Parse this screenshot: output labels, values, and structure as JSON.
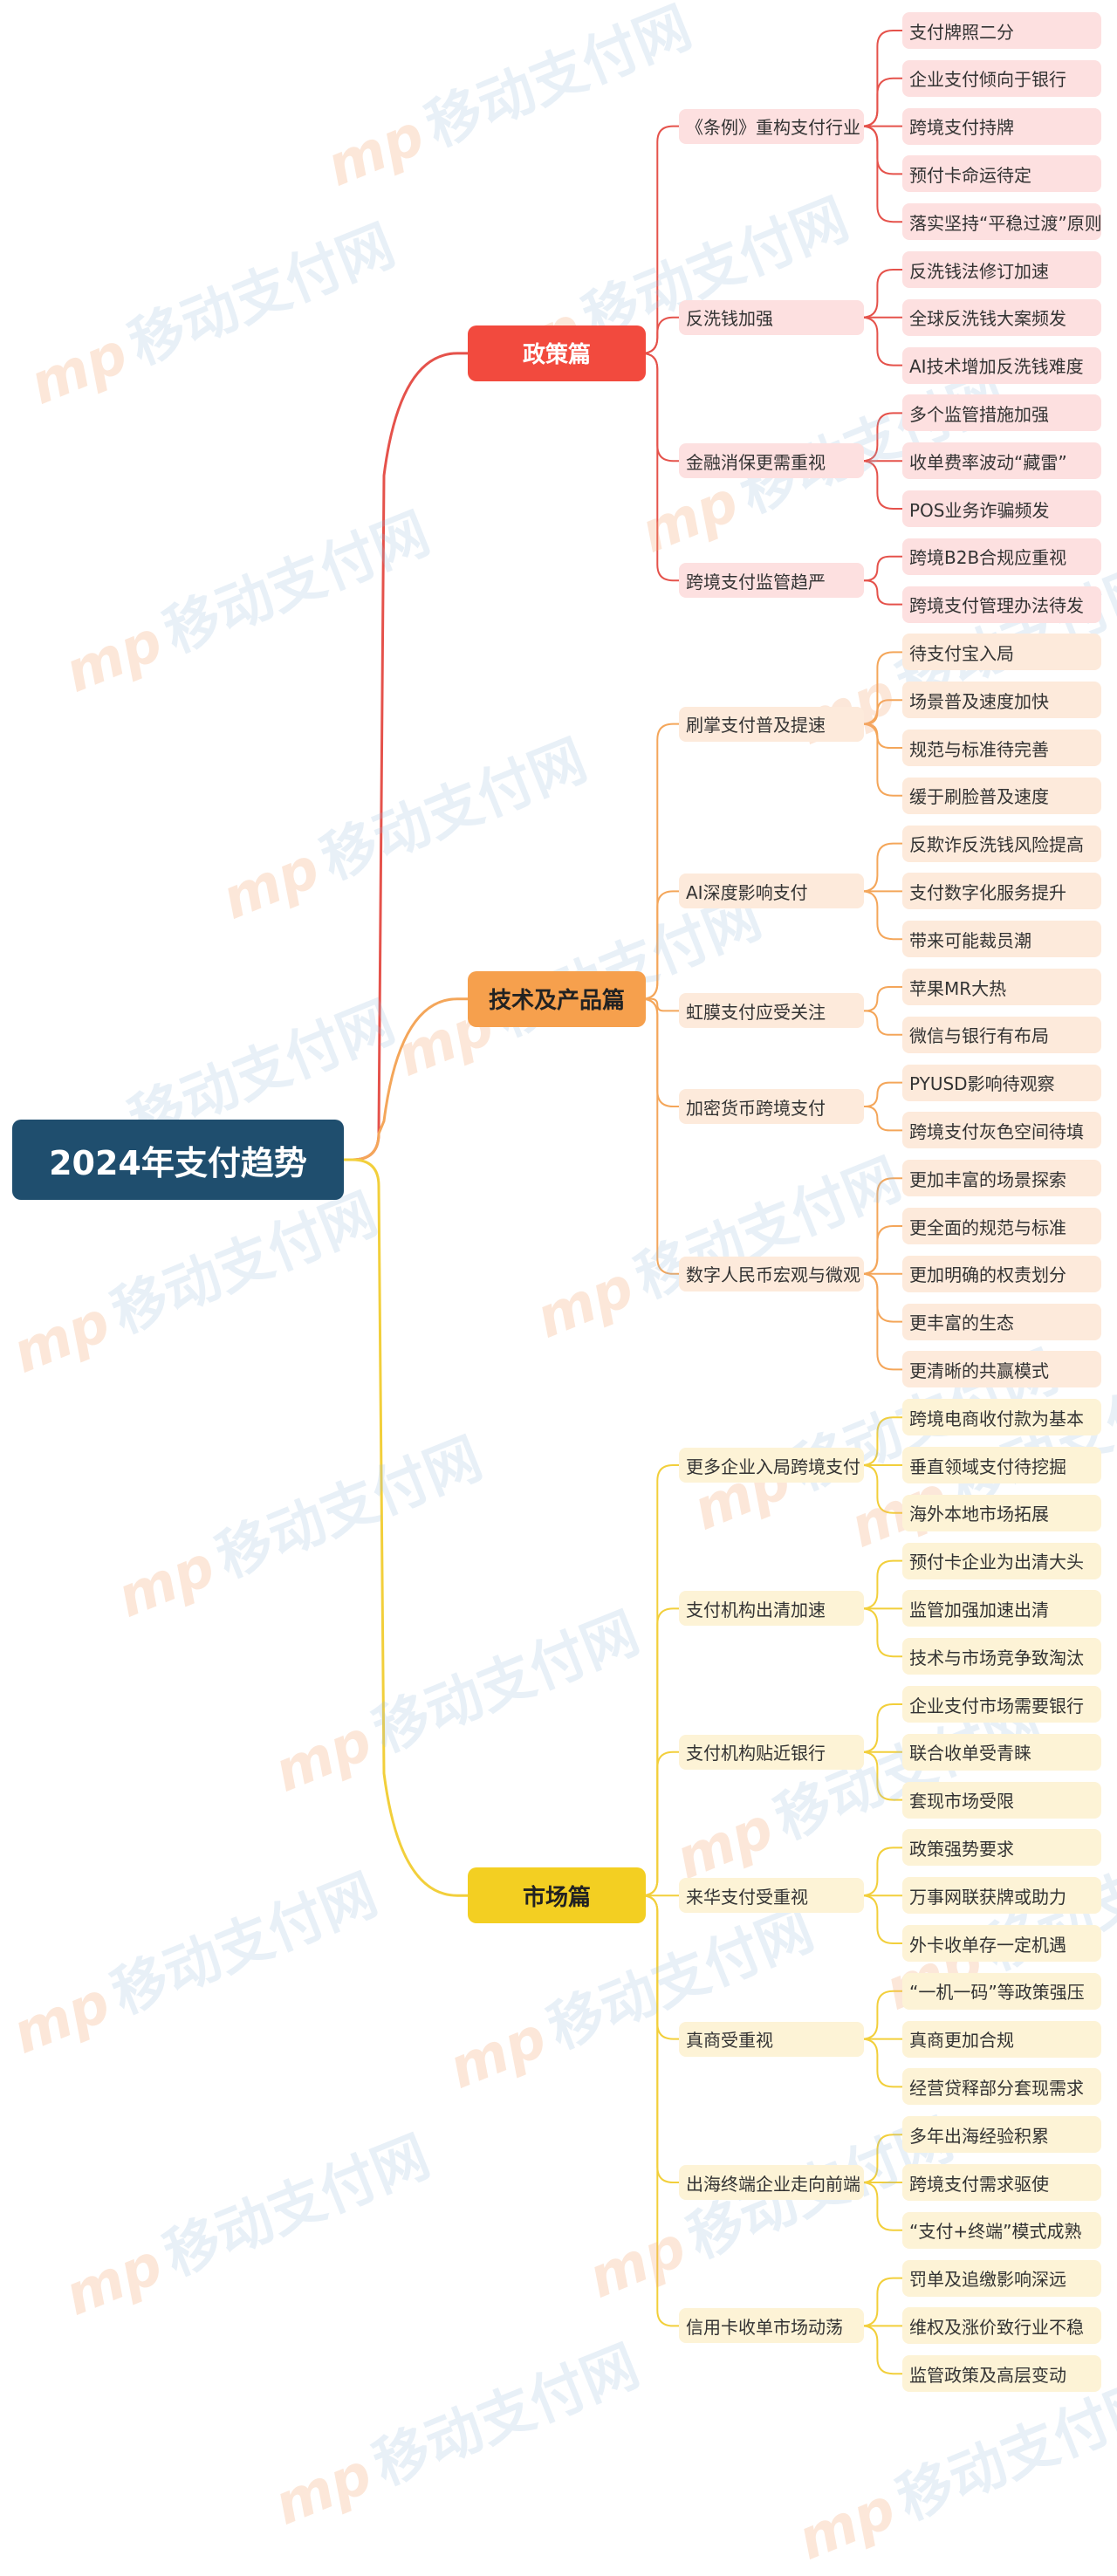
{
  "watermark_text": "移动支付网",
  "watermark_logo": "mp",
  "root": {
    "label": "2024年支付趋势",
    "color": "#1f4e6e"
  },
  "branches": [
    {
      "label": "政策篇",
      "color": "#f24a3e",
      "text_dark": true,
      "line": "#e5524b",
      "leaf_bg": "#fde0e0",
      "subs": [
        {
          "label": "《条例》重构支付行业",
          "leaves": [
            "支付牌照二分",
            "企业支付倾向于银行",
            "跨境支付持牌",
            "预付卡命运待定",
            "落实坚持“平稳过渡”原则"
          ]
        },
        {
          "label": "反洗钱加强",
          "leaves": [
            "反洗钱法修订加速",
            "全球反洗钱大案频发",
            "AI技术增加反洗钱难度"
          ]
        },
        {
          "label": "金融消保更需重视",
          "leaves": [
            "多个监管措施加强",
            "收单费率波动“藏雷”",
            "POS业务诈骗频发"
          ]
        },
        {
          "label": "跨境支付监管趋严",
          "leaves": [
            "跨境B2B合规应重视",
            "跨境支付管理办法待发"
          ]
        }
      ]
    },
    {
      "label": "技术及产品篇",
      "color": "#f6a04d",
      "text_dark": false,
      "line": "#f4a65a",
      "leaf_bg": "#fdeadb",
      "subs": [
        {
          "label": "刷掌支付普及提速",
          "leaves": [
            "待支付宝入局",
            "场景普及速度加快",
            "规范与标准待完善",
            "缓于刷脸普及速度"
          ]
        },
        {
          "label": "AI深度影响支付",
          "leaves": [
            "反欺诈反洗钱风险提高",
            "支付数字化服务提升",
            "带来可能裁员潮"
          ]
        },
        {
          "label": "虹膜支付应受关注",
          "leaves": [
            "苹果MR大热",
            "微信与银行有布局"
          ]
        },
        {
          "label": "加密货币跨境支付",
          "leaves": [
            "PYUSD影响待观察",
            "跨境支付灰色空间待填"
          ]
        },
        {
          "label": "数字人民币宏观与微观",
          "leaves": [
            "更加丰富的场景探索",
            "更全面的规范与标准",
            "更加明确的权责划分",
            "更丰富的生态",
            "更清晰的共赢模式"
          ]
        }
      ]
    },
    {
      "label": "市场篇",
      "color": "#f3cf22",
      "text_dark": false,
      "line": "#f2cf3b",
      "leaf_bg": "#fdf3d6",
      "subs": [
        {
          "label": "更多企业入局跨境支付",
          "leaves": [
            "跨境电商收付款为基本",
            "垂直领域支付待挖掘",
            "海外本地市场拓展"
          ]
        },
        {
          "label": "支付机构出清加速",
          "leaves": [
            "预付卡企业为出清大头",
            "监管加强加速出清",
            "技术与市场竞争致淘汰"
          ]
        },
        {
          "label": "支付机构贴近银行",
          "leaves": [
            "企业支付市场需要银行",
            "联合收单受青睐",
            "套现市场受限"
          ]
        },
        {
          "label": "来华支付受重视",
          "leaves": [
            "政策强势要求",
            "万事网联获牌或助力",
            "外卡收单存一定机遇"
          ]
        },
        {
          "label": "真商受重视",
          "leaves": [
            "“一机一码”等政策强压",
            "真商更加合规",
            "经营贷释部分套现需求"
          ]
        },
        {
          "label": "出海终端企业走向前端",
          "leaves": [
            "多年出海经验积累",
            "跨境支付需求驱使",
            "“支付+终端”模式成熟"
          ]
        },
        {
          "label": "信用卡收单市场动荡",
          "leaves": [
            "罚单及追缴影响深远",
            "维权及涨价致行业不稳",
            "监管政策及高层变动"
          ]
        }
      ]
    }
  ]
}
